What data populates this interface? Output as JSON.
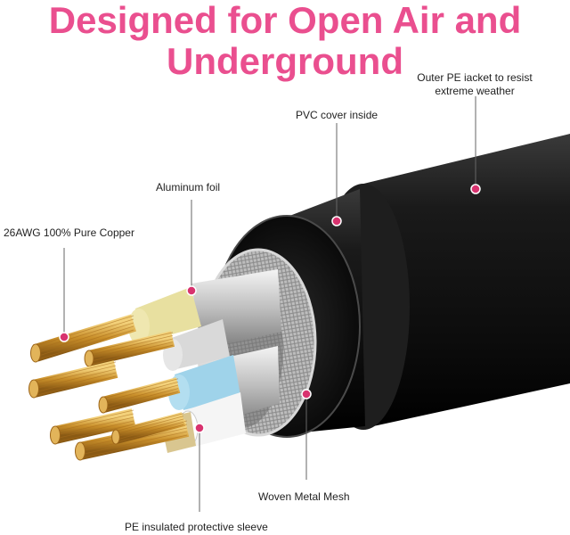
{
  "title": {
    "line1": "Designed for Open Air and",
    "line2": "Underground",
    "color": "#ea4f8f"
  },
  "callouts": {
    "outer_jacket": {
      "line1": "Outer PE iacket to resist",
      "line2": "extreme weather"
    },
    "pvc_cover": "PVC cover inside",
    "aluminum_foil": "Aluminum foil",
    "copper": "26AWG 100% Pure Copper",
    "woven_mesh": "Woven Metal Mesh",
    "pe_sleeve": "PE insulated protective sleeve"
  },
  "colors": {
    "marker": "#d8336f",
    "leader_line": "#666666",
    "jacket": "#141414",
    "copper": "#d6a23a",
    "conductor_colors": [
      "#e8e0a0",
      "#d9d9d9",
      "#9fd3ea",
      "#f5f5f5"
    ]
  }
}
